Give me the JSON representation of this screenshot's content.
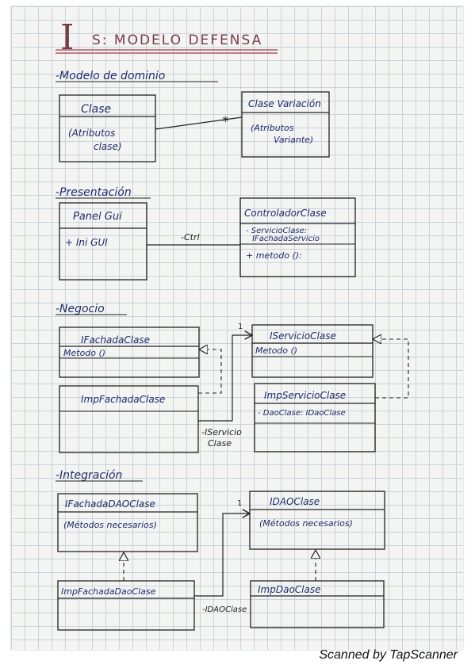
{
  "colors": {
    "ink": "#1e2a6b",
    "lines": "#222222",
    "title_ink": "#7a3a46",
    "title_underline": "#b05a66"
  },
  "title": {
    "big": "I",
    "rest": "S: MODELO DEFENSA"
  },
  "sections": {
    "dominio": "-Modelo de dominio",
    "presentacion": "-Presentación",
    "negocio": "-Negocio",
    "integracion": "-Integración"
  },
  "boxes": {
    "clase": {
      "name": "Clase",
      "line1": "(Atributos",
      "line2": "clase)"
    },
    "clase_variacion": {
      "name": "Clase Variación",
      "line1": "(Atributos",
      "line2": "Variante)"
    },
    "panel_gui": {
      "name": "Panel Gui",
      "line1": "+ Ini GUI"
    },
    "controlador": {
      "name": "ControladorClase",
      "line1": "- ServicioClase:",
      "line2": "IFachadaServicio",
      "line3": "+ metodo ():"
    },
    "ifachada": {
      "name": "IFachadaClase",
      "line1": "Metodo ()"
    },
    "iservicio": {
      "name": "IServicioClase",
      "line1": "Metodo ()"
    },
    "impfachada": {
      "name": "ImpFachadaClase"
    },
    "impservicio": {
      "name": "ImpServicioClase",
      "line1": "- DaoClase: IDaoClase"
    },
    "ifachadadao": {
      "name": "IFachadaDAOClase",
      "line1": "(Métodos necesarios)"
    },
    "idao": {
      "name": "IDAOClase",
      "line1": "(Métodos necesarios)"
    },
    "impfachadadao": {
      "name": "ImpFachadaDaoClase"
    },
    "impdao": {
      "name": "ImpDaoClase"
    }
  },
  "relations": {
    "mult_star": "*",
    "ctrl": "-Ctrl",
    "one_a": "1",
    "iservicio_l1": "-IServicio",
    "iservicio_l2": "Clase",
    "one_b": "1",
    "idaoclase": "-IDAOClase"
  },
  "footer": "Scanned by TapScanner"
}
